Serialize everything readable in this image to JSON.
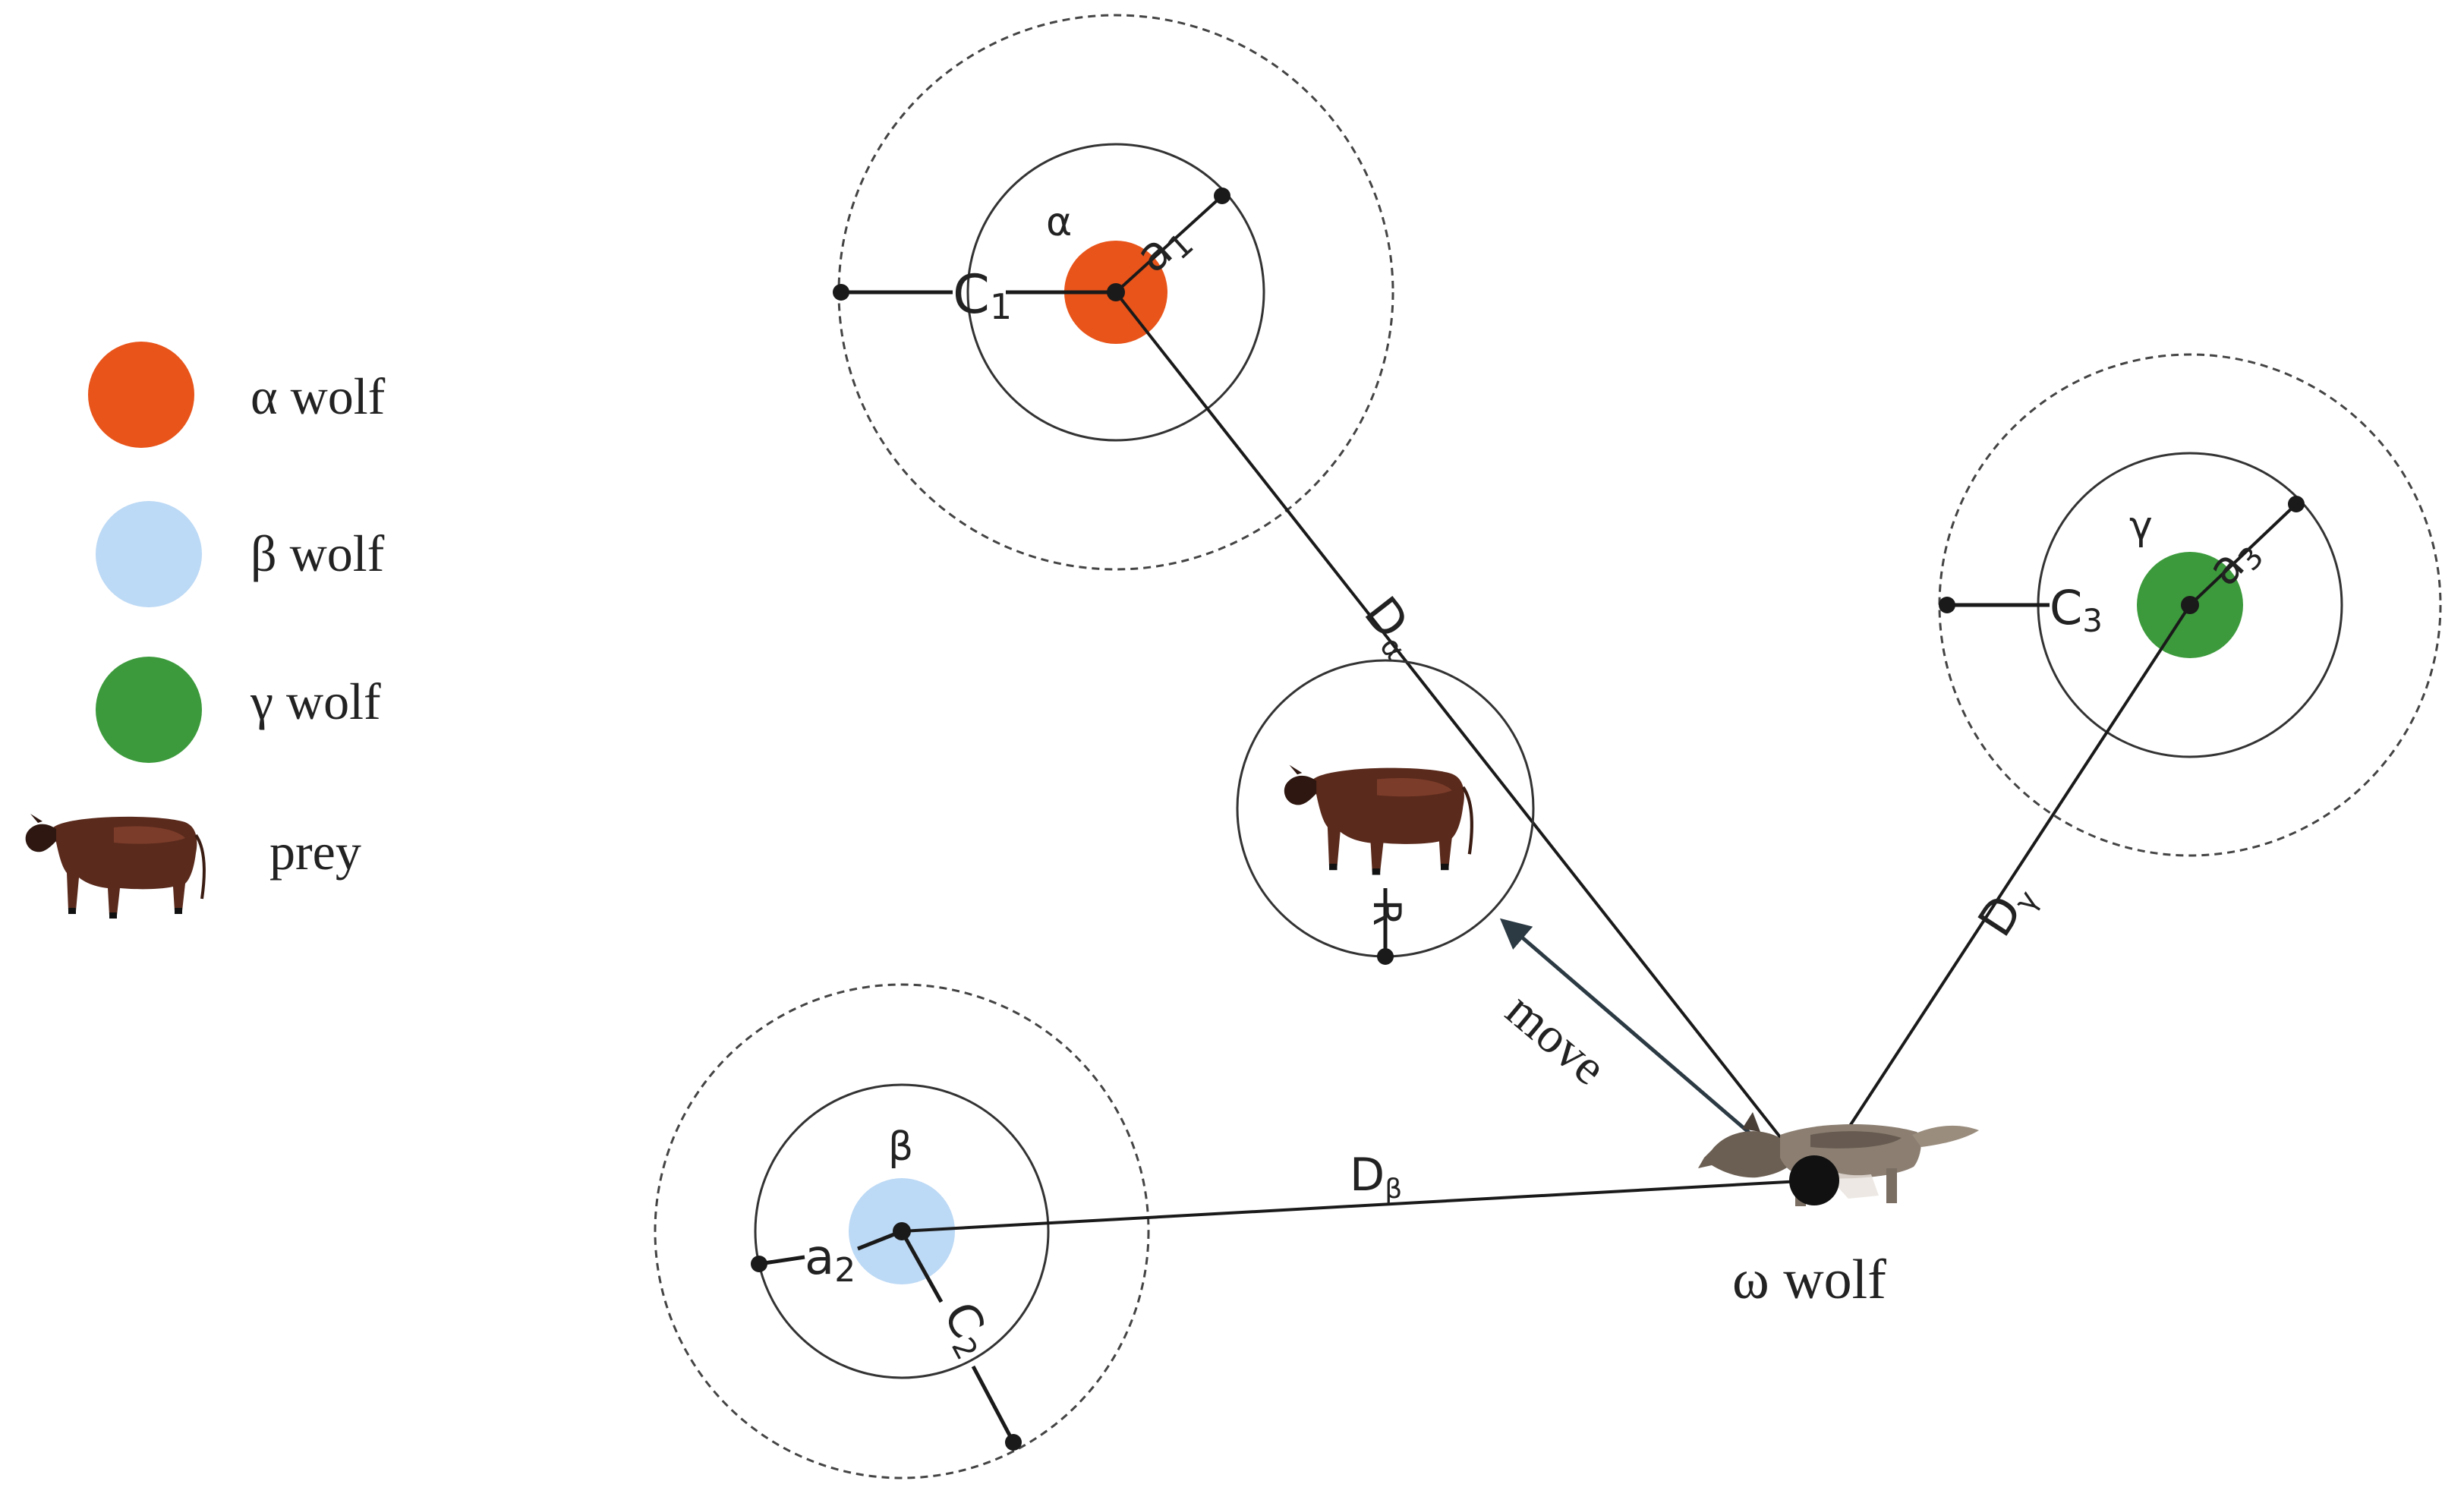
{
  "colors": {
    "alpha": "#e8541a",
    "beta": "#bcd9f5",
    "gamma": "#3c9a3c",
    "omega_dot": "#111111"
  },
  "legend": {
    "alpha": "α wolf",
    "beta": "β wolf",
    "gamma": "γ wolf",
    "prey": "prey"
  },
  "labels": {
    "alpha": "α",
    "beta": "β",
    "gamma": "γ",
    "c1": "C",
    "c1_sub": "1",
    "c2": "C",
    "c2_sub": "2",
    "c3": "C",
    "c3_sub": "3",
    "a1": "a",
    "a1_sub": "1",
    "a2": "a",
    "a2_sub": "2",
    "a3": "a",
    "a3_sub": "3",
    "d_alpha": "D",
    "d_alpha_sub": "α",
    "d_beta": "D",
    "d_beta_sub": "β",
    "d_gamma": "D",
    "d_gamma_sub": "γ",
    "r": "R",
    "move": "move",
    "omega": "ω wolf"
  },
  "icons": {
    "prey": "cow-icon",
    "omega": "wolf-icon"
  }
}
